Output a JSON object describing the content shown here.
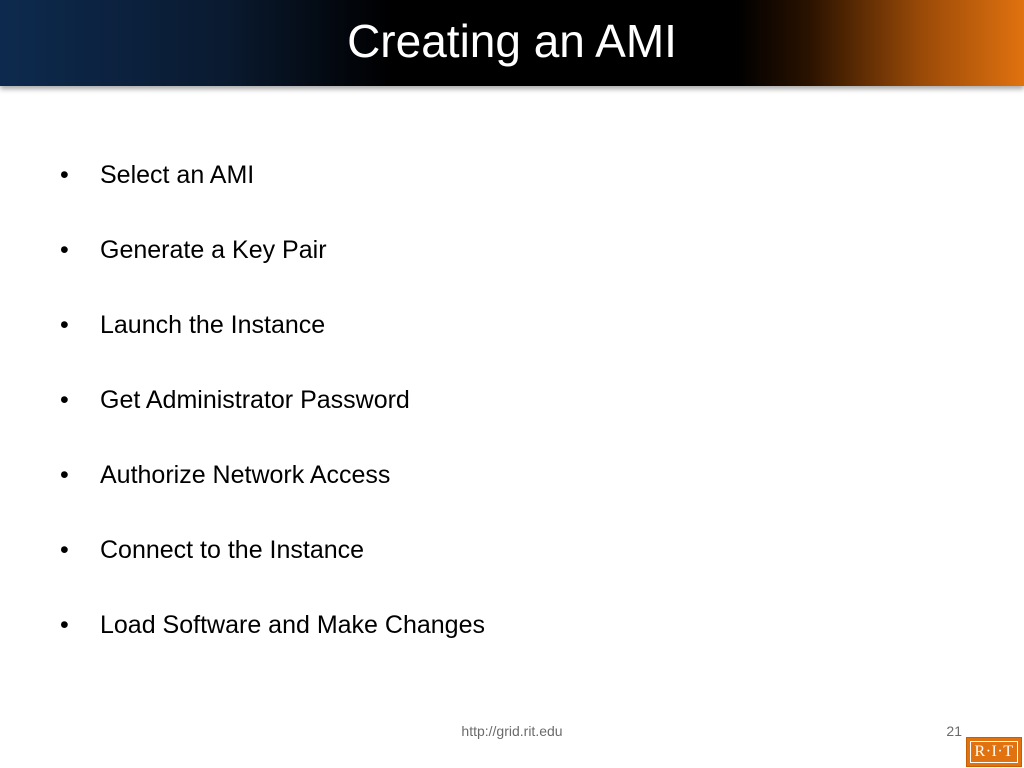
{
  "slide": {
    "title": "Creating an AMI",
    "bullets": [
      "Select an AMI",
      "Generate a Key Pair",
      "Launch the Instance",
      "Get Administrator Password",
      "Authorize Network Access",
      "Connect to the Instance",
      "Load Software and Make Changes"
    ],
    "bullet_glyph": "•",
    "footer_url": "http://grid.rit.edu",
    "page_number": "21",
    "logo_text": "R·I·T"
  },
  "colors": {
    "header_left": "#0d2a4e",
    "header_mid": "#000000",
    "header_right": "#e0720f",
    "logo_orange": "#e0720f",
    "footer_text": "#6b6b6b"
  }
}
